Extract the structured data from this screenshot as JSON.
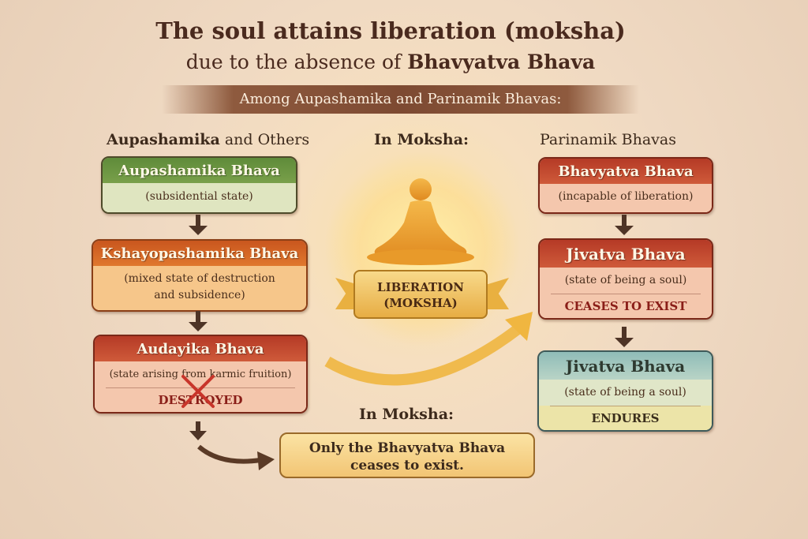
{
  "title": {
    "line1": "The soul attains liberation (moksha)",
    "line2_prefix": "due to the absence of ",
    "line2_bold": "Bhavyatva Bhava"
  },
  "banner": "Among Aupashamika and Parinamik Bhavas:",
  "left_column": {
    "heading_bold": "Aupashamika",
    "heading_rest": " and Others",
    "boxes": [
      {
        "title": "Aupashamika Bhava",
        "subtitle": "(subsidential state)"
      },
      {
        "title": "Kshayopashamika Bhava",
        "subtitle": "(mixed state of destruction and subsidence)"
      },
      {
        "title": "Audayika Bhava",
        "subtitle": "(state arising from karmic fruition)",
        "status": "DESTROYED"
      }
    ]
  },
  "center": {
    "heading": "In Moksha:",
    "liberation_line1": "LIBERATION",
    "liberation_line2": "(MOKSHA)"
  },
  "bottom": {
    "heading": "In Moksha:",
    "text_line1": "Only the Bhavyatva Bhava",
    "text_line2": "ceases to exist."
  },
  "right_column": {
    "heading": "Parinamik Bhavas",
    "boxes": [
      {
        "title": "Bhavyatva Bhava",
        "subtitle": "(incapable of liberation)"
      },
      {
        "title": "Jivatva Bhava",
        "subtitle": "(state of being a soul)",
        "status": "CEASES TO EXIST"
      },
      {
        "title": "Jivatva Bhava",
        "subtitle": "(state of being a soul)",
        "status": "ENDURES"
      }
    ]
  },
  "colors": {
    "green": "#6a9440",
    "orange": "#d4672a",
    "red": "#c04a30",
    "teal": "#a6c8c0",
    "status_red": "#8a1e18"
  }
}
